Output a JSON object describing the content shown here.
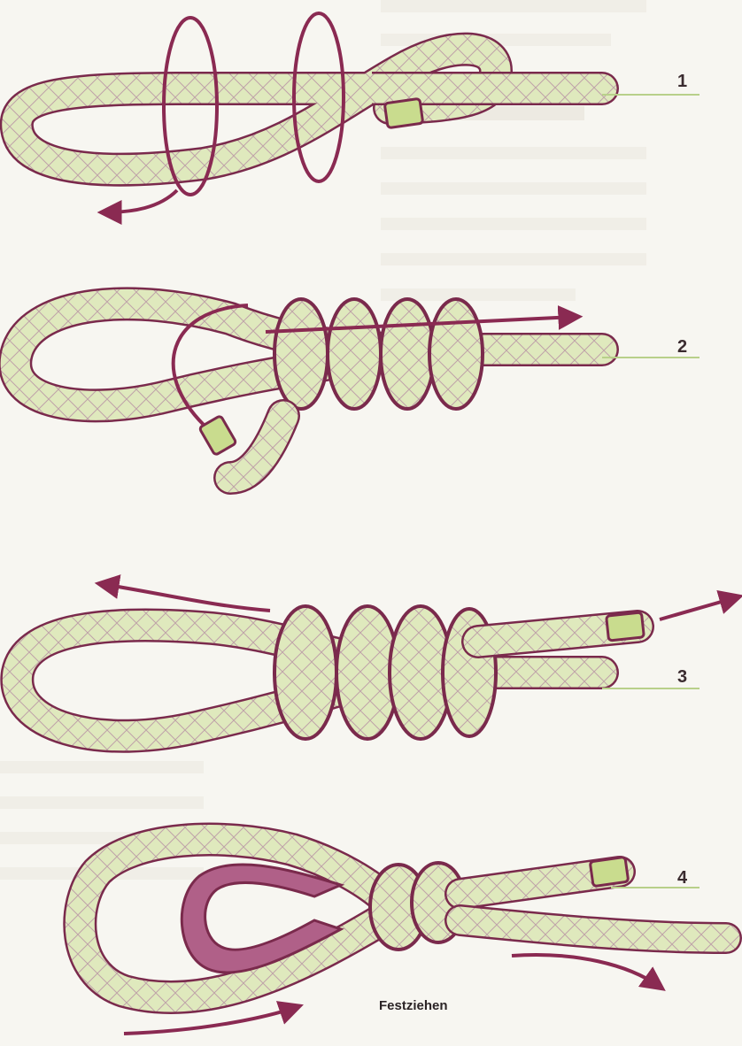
{
  "steps": [
    {
      "number": "1"
    },
    {
      "number": "2"
    },
    {
      "number": "3"
    },
    {
      "number": "4"
    }
  ],
  "caption": "Festziehen",
  "colors": {
    "rope_fill": "#dfe9bd",
    "rope_core": "#c3d98a",
    "rope_outline": "#7a2a4c",
    "rope_weave": "#a77894",
    "arrow": "#8a2a52",
    "thimble": "#b06088",
    "leader_line": "#b8d08a",
    "background": "#f7f6f1",
    "ghost_text": "#e7e4dc"
  }
}
